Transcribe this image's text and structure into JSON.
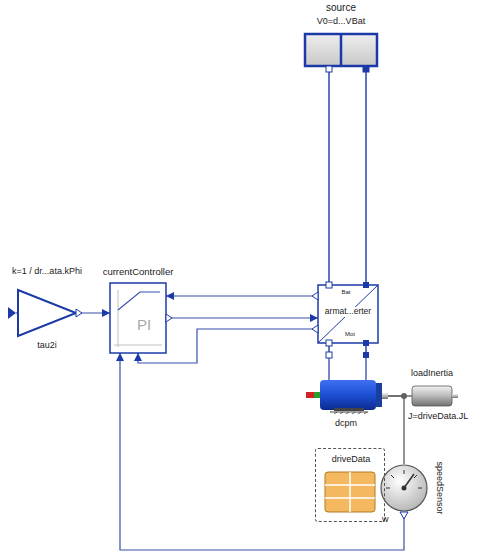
{
  "diagram": {
    "nodes": [
      {
        "text": [
          "source",
          "V0=d...VBat"
        ]
      },
      {
        "text": [
          "k=1 / dr...ata.kPhi",
          "tau2i"
        ]
      },
      {
        "text": [
          "currentController",
          "PI"
        ]
      },
      {
        "text": [
          "armat...erter",
          "Bat",
          "Mot"
        ]
      },
      {
        "text": [
          "dcpm"
        ]
      },
      {
        "text": [
          "loadInertia",
          "J=driveData.JL"
        ]
      },
      {
        "text": [
          "driveData"
        ]
      },
      {
        "text": [
          "speedSensor",
          "w"
        ]
      }
    ],
    "edges": [
      {
        "from": 0,
        "to": 3,
        "arrow": "none"
      },
      {
        "from": 0,
        "to": 3,
        "arrow": "none"
      },
      {
        "from": 1,
        "to": 2,
        "arrow": "to"
      },
      {
        "from": 2,
        "to": 3,
        "arrow": "to"
      },
      {
        "from": 3,
        "to": 2,
        "arrow": "to"
      },
      {
        "from": 3,
        "to": 2,
        "arrow": "to"
      },
      {
        "from": 3,
        "to": 4,
        "arrow": "none"
      },
      {
        "from": 3,
        "to": 4,
        "arrow": "none"
      },
      {
        "from": 4,
        "to": 5,
        "arrow": "none"
      },
      {
        "from": 4,
        "to": 7,
        "arrow": "none"
      },
      {
        "from": 7,
        "to": 2,
        "arrow": "to"
      }
    ]
  }
}
